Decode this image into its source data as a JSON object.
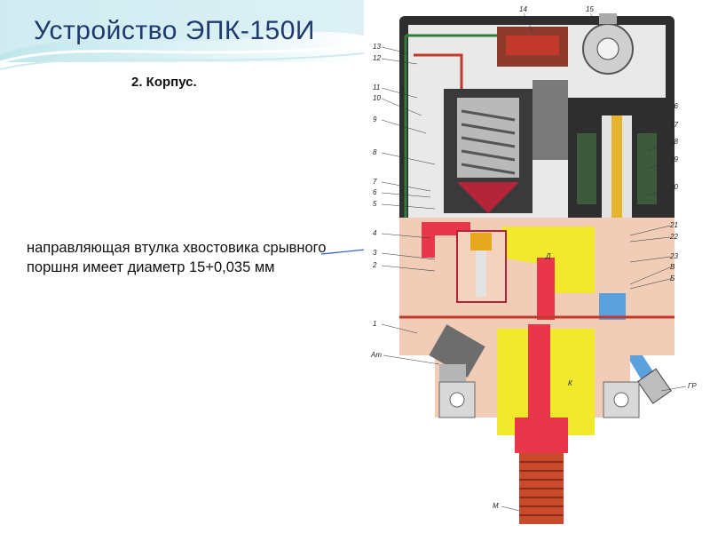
{
  "slide": {
    "title": "Устройство ЭПК-150И",
    "subtitle": "2. Корпус.",
    "note": "направляющая втулка хвостовика срывного поршня имеет диаметр 15+0,035 мм"
  },
  "diagram": {
    "callouts_left": [
      "13",
      "12",
      "11",
      "10",
      "9",
      "8",
      "7",
      "6",
      "5",
      "4",
      "3",
      "2",
      "1",
      "Ат"
    ],
    "callouts_top": [
      "14",
      "15"
    ],
    "callouts_right": [
      "16",
      "17",
      "18",
      "19",
      "20",
      "21",
      "22",
      "23",
      "В",
      "Б",
      "ГР"
    ],
    "callout_bottom": "М",
    "cavity_labels": [
      "Д",
      "К"
    ]
  },
  "colors": {
    "title": "#1f3a6e",
    "body_fill": "#f1ccb7",
    "channel_red": "#e8374b",
    "chamber_yellow": "#f1ea2c",
    "channel_blue": "#5aa0dc",
    "case_dark": "#2e2e2e"
  }
}
